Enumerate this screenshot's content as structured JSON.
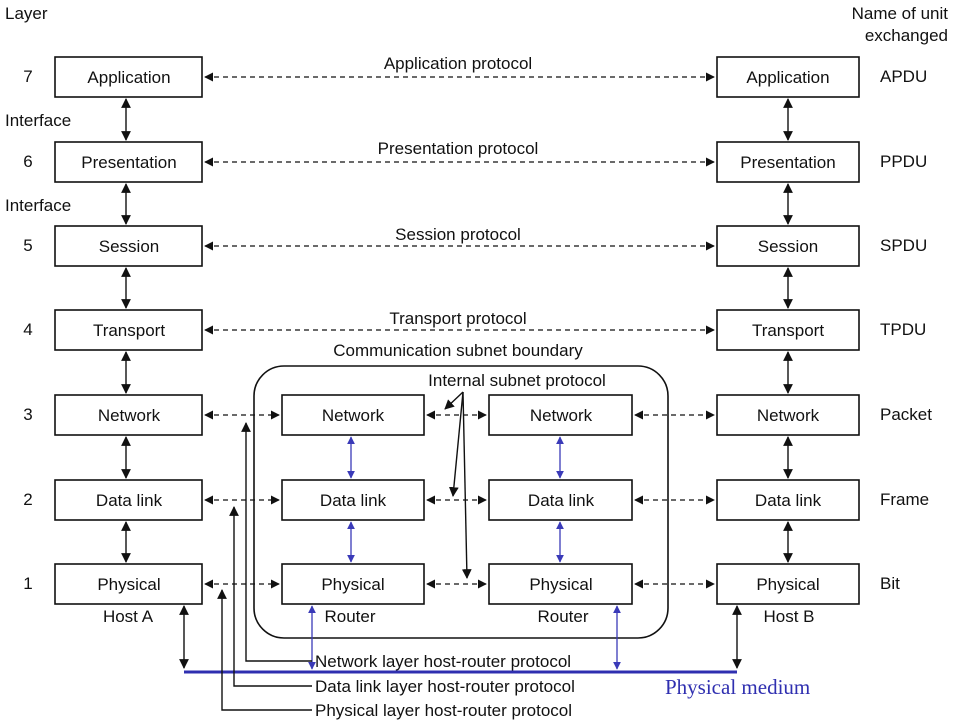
{
  "header": {
    "layer_heading": "Layer",
    "unit_heading_line1": "Name of unit",
    "unit_heading_line2": "exchanged"
  },
  "interface_label": "Interface",
  "layers": [
    {
      "number": "7",
      "name": "Application",
      "protocol": "Application protocol",
      "unit": "APDU"
    },
    {
      "number": "6",
      "name": "Presentation",
      "protocol": "Presentation protocol",
      "unit": "PPDU"
    },
    {
      "number": "5",
      "name": "Session",
      "protocol": "Session protocol",
      "unit": "SPDU"
    },
    {
      "number": "4",
      "name": "Transport",
      "protocol": "Transport protocol",
      "unit": "TPDU"
    },
    {
      "number": "3",
      "name": "Network",
      "unit": "Packet"
    },
    {
      "number": "2",
      "name": "Data link",
      "unit": "Frame"
    },
    {
      "number": "1",
      "name": "Physical",
      "unit": "Bit"
    }
  ],
  "hosts": {
    "left": "Host A",
    "right": "Host B"
  },
  "subnet": {
    "boundary_label": "Communication subnet boundary",
    "internal_protocol_label": "Internal subnet protocol",
    "router_label": "Router",
    "router_layers": [
      "Network",
      "Data link",
      "Physical"
    ]
  },
  "host_router_protocols": {
    "network": "Network layer host-router protocol",
    "data_link": "Data link layer host-router protocol",
    "physical": "Physical layer host-router protocol"
  },
  "physical_medium_label": "Physical medium",
  "colors": {
    "medium": "#2f2fb0",
    "line": "#111111"
  }
}
